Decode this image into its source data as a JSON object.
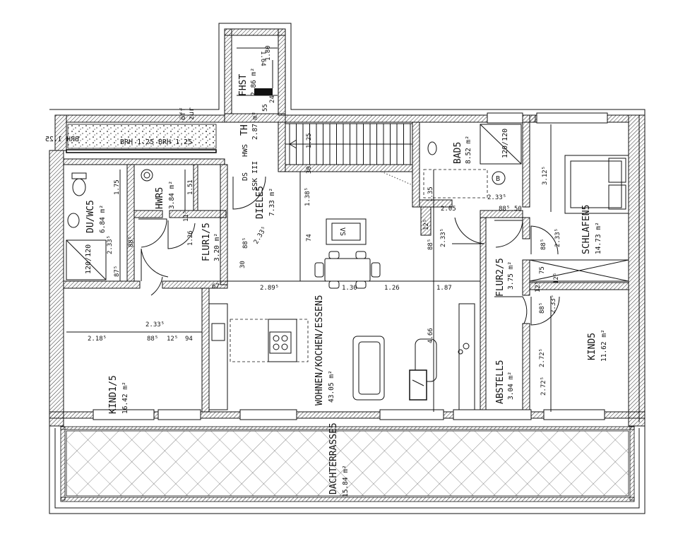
{
  "rooms": {
    "fhst": {
      "name": "FHST",
      "area": "2.86 m²"
    },
    "th": {
      "name": "TH",
      "area": "2.87 m²"
    },
    "bad": {
      "name": "BAD5",
      "area": "8.52 m²"
    },
    "du_wc": {
      "name": "DU/WC5",
      "area": "6.84 m²"
    },
    "hwr": {
      "name": "HWR5",
      "area": "3.84 m²"
    },
    "flur1": {
      "name": "FLUR1/5",
      "area": "3.20 m²"
    },
    "diele": {
      "name": "DIELE5",
      "area": "7.33 m²"
    },
    "schlafen": {
      "name": "SCHLAFEN5",
      "area": "14.73 m²"
    },
    "flur2": {
      "name": "FLUR2/5",
      "area": "3.75 m²"
    },
    "kind1": {
      "name": "KIND1/5",
      "area": "16.42 m²"
    },
    "wohnen": {
      "name": "WOHNEN/KOCHEN/ESSEN5",
      "area": "43.05 m²"
    },
    "abstell": {
      "name": "ABSTELL5",
      "area": "3.04 m²"
    },
    "kind": {
      "name": "KIND5",
      "area": "11.62 m²"
    },
    "dachterrasse": {
      "name": "DACHTERRASSE5",
      "area": "15.84 m²"
    }
  },
  "labels": {
    "brh1": "BRH 1.25",
    "brh2": "BRH 1.25",
    "brh3": "BRH 1.25",
    "offen": "öff",
    "zur": "zur",
    "hws": "HWS",
    "ds": "DS",
    "ssk": "SSK III",
    "shower1": "120/120",
    "shower2": "120/120",
    "b_marker": "B",
    "vs": "VS"
  },
  "dimensions": {
    "d164": "1.64",
    "d180": "1.80",
    "d55": "55",
    "d24": "24",
    "d125a": "1.25",
    "d30": "30",
    "d312": "3.12⁵",
    "d175": "1.75",
    "d151": "1.51",
    "d138": "1.38⁵",
    "d135": "1.35",
    "d233a": "2.33⁵",
    "d205": "2.05",
    "d85": "88⁵",
    "d50": "50",
    "d115": "11⁵",
    "d233b": "2.33⁵",
    "d88a": "88⁵",
    "d126": "1.26",
    "d88b": "88⁵",
    "d233c": "2.33⁵",
    "d74": "74",
    "d125b": "12⁵",
    "d233d": "2.33⁵",
    "d88c": "88⁵",
    "d88d": "88⁵",
    "d233e": "2.33⁵",
    "d87": "87⁵",
    "d30b": "30",
    "d67": "67",
    "d289": "2.89⁵",
    "d130": "1.30",
    "d126b": "1.26",
    "d187": "1.87",
    "d75": "75",
    "d125c": "12⁵",
    "d125d": "12⁵",
    "d88e": "88⁵",
    "d233f": "2.33⁵",
    "d233g": "2.33⁵",
    "d218": "2.18⁵",
    "d88f": "88⁵",
    "d125e": "12⁵",
    "d94": "94",
    "d466": "4.66",
    "d272a": "2.72⁵",
    "d272b": "2.72⁵"
  }
}
